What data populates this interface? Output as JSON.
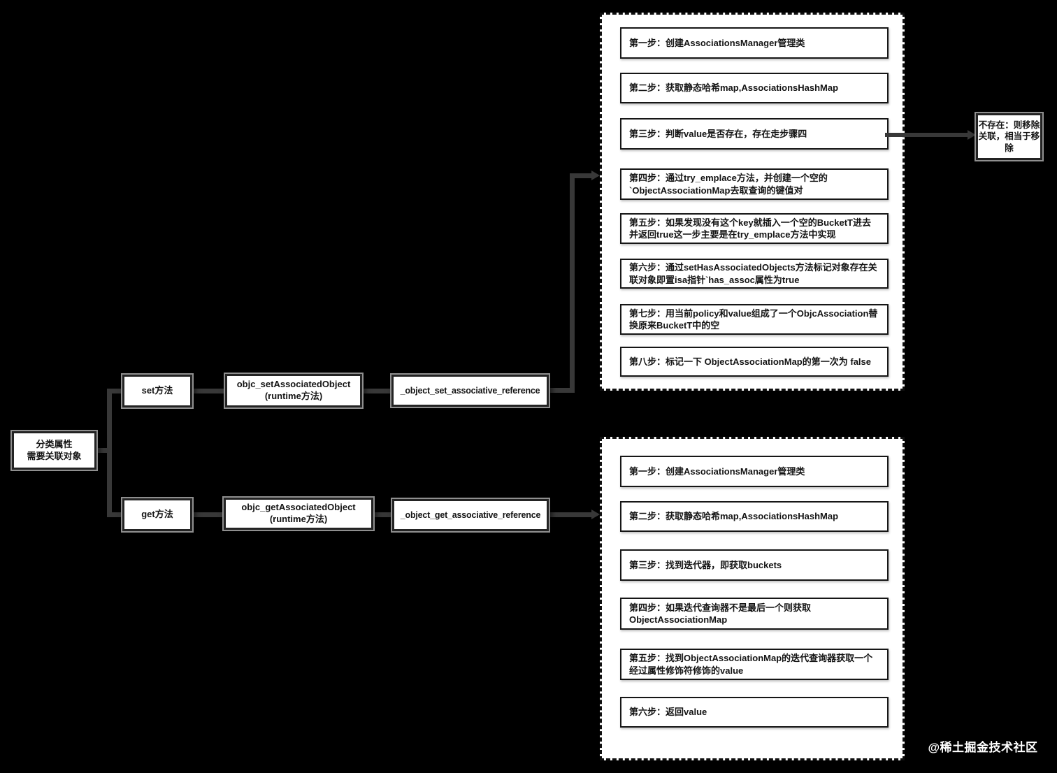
{
  "nodes": {
    "root": "分类属性\n需要关联对象",
    "set_method": "set方法",
    "set_runtime": "objc_setAssociatedObject\n(runtime方法)",
    "set_ref": "_object_set_associative_reference",
    "get_method": "get方法",
    "get_runtime": "objc_getAssociatedObject\n(runtime方法)",
    "get_ref": "_object_get_associative_reference",
    "not_exist_note": "不存在：则移除关联，相当于移除"
  },
  "set_flow_steps": [
    "第一步：创建AssociationsManager管理类",
    "第二步：获取静态哈希map,AssociationsHashMap",
    "第三步：判断value是否存在，存在走步骤四",
    "第四步：通过try_emplace方法，并创建一个空的`ObjectAssociationMap去取查询的键值对",
    "第五步：如果发现没有这个key就插入一个空的BucketT进去并返回true这一步主要是在try_emplace方法中实现",
    "第六步：通过setHasAssociatedObjects方法标记对象存在关联对象即置isa指针`has_assoc属性为true",
    "第七步：用当前policy和value组成了一个ObjcAssociation替换原来BucketT中的空",
    "第八步：标记一下 ObjectAssociationMap的第一次为 false"
  ],
  "get_flow_steps": [
    "第一步：创建AssociationsManager管理类",
    "第二步：获取静态哈希map,AssociationsHashMap",
    "第三步：找到迭代器，即获取buckets",
    "第四步：如果迭代查询器不是最后一个则获取ObjectAssociationMap",
    "第五步：找到ObjectAssociationMap的迭代查询器获取一个经过属性修饰符修饰的value",
    "第六步：返回value"
  ],
  "watermark": "@稀土掘金技术社区",
  "colors": {
    "background": "#000000",
    "connector": "#383838",
    "box_fill": "#ffffff",
    "box_border": "#232323",
    "text": "#141414"
  }
}
